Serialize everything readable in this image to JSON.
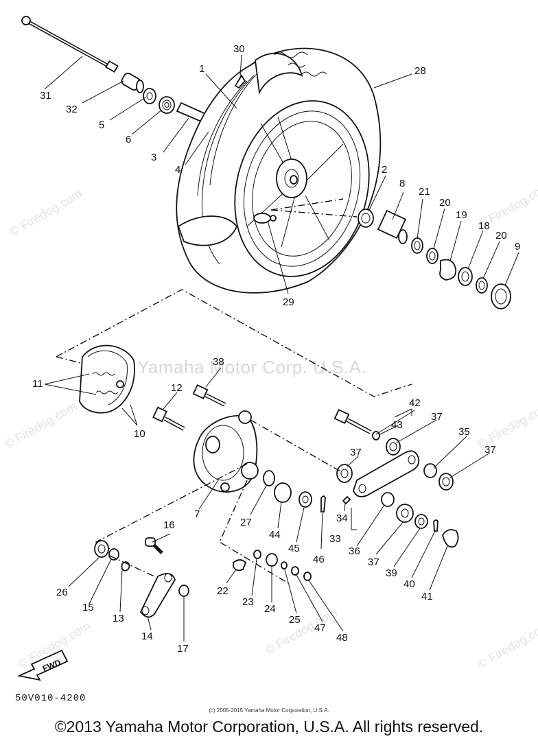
{
  "diagram_code": "50V010-4200",
  "watermark_main": "Yamaha Motor Corp. U.S.A.",
  "watermark_site": "© Firedog.com",
  "fwd_label": "FWD",
  "small_copyright": "(c) 2005-2015 Yamaha Motor Corporation, U.S.A.",
  "footer_copyright": "©2013 Yamaha Motor Corporation, U.S.A. All rights reserved.",
  "callouts": {
    "c1": "1",
    "c2": "2",
    "c3": "3",
    "c4": "4",
    "c5": "5",
    "c6": "6",
    "c7": "7",
    "c8": "8",
    "c9": "9",
    "c10": "10",
    "c11": "11",
    "c12": "12",
    "c13": "13",
    "c14": "14",
    "c15": "15",
    "c16": "16",
    "c17": "17",
    "c18": "18",
    "c19": "19",
    "c20a": "20",
    "c20b": "20",
    "c21": "21",
    "c22": "22",
    "c23": "23",
    "c24": "24",
    "c25": "25",
    "c26": "26",
    "c27": "27",
    "c28": "28",
    "c29": "29",
    "c30": "30",
    "c31": "31",
    "c32": "32",
    "c33": "33",
    "c34": "34",
    "c35": "35",
    "c36": "36",
    "c37a": "37",
    "c37b": "37",
    "c37c": "37",
    "c37d": "37",
    "c38": "38",
    "c39": "39",
    "c40": "40",
    "c41": "41",
    "c42": "42",
    "c43": "43",
    "c44": "44",
    "c45": "45",
    "c46": "46",
    "c47": "47",
    "c48": "48"
  }
}
